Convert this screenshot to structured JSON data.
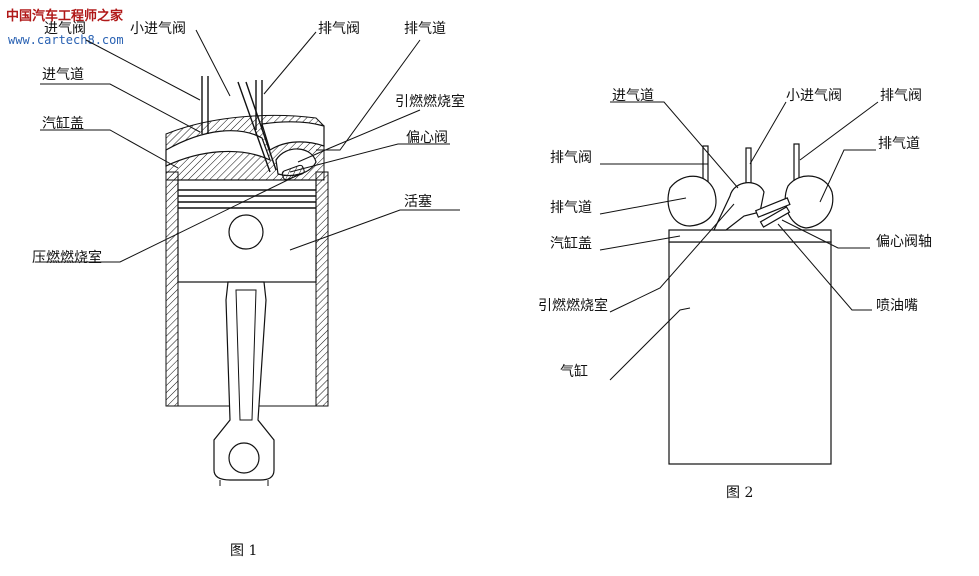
{
  "watermark": {
    "title": "中国汽车工程师之家",
    "url": "www.cartech8.com"
  },
  "figure1": {
    "caption": "图 1",
    "labels": {
      "intake_valve": "进气阀",
      "small_intake_valve": "小进气阀",
      "exhaust_valve": "排气阀",
      "exhaust_port": "排气道",
      "intake_port": "进气道",
      "pilot_chamber": "引燃燃烧室",
      "cylinder_head": "汽缸盖",
      "eccentric_valve": "偏心阀",
      "piston": "活塞",
      "compression_chamber": "压燃燃烧室"
    }
  },
  "figure2": {
    "caption": "图 2",
    "labels": {
      "intake_port": "进气道",
      "small_intake_valve": "小进气阀",
      "exhaust_valve_right": "排气阀",
      "exhaust_valve_left": "排气阀",
      "exhaust_port_right": "排气道",
      "exhaust_port_left": "排气道",
      "cylinder_head": "汽缸盖",
      "eccentric_valve_shaft": "偏心阀轴",
      "pilot_chamber": "引燃燃烧室",
      "injector": "喷油嘴",
      "cylinder": "气缸"
    }
  }
}
